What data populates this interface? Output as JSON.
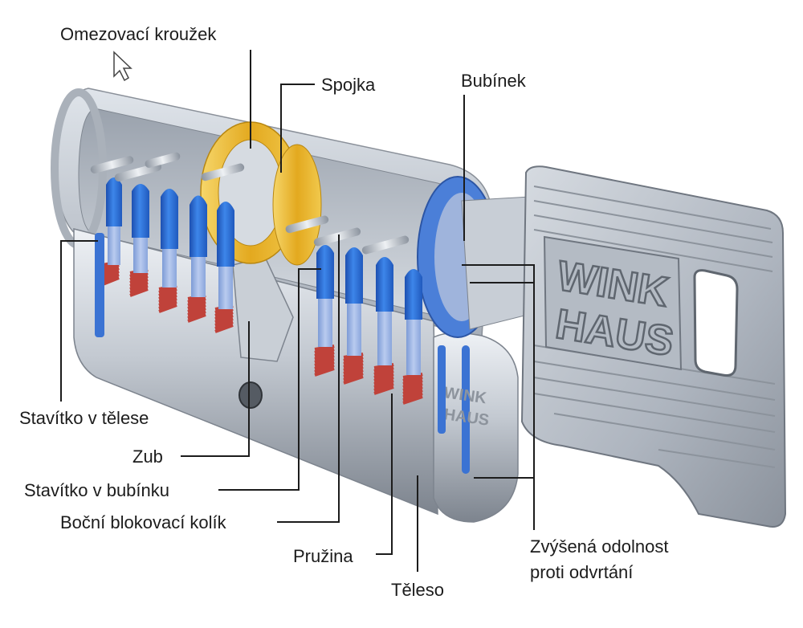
{
  "labels": {
    "omezovaci_krouzek": "Omezovací kroužek",
    "spojka": "Spojka",
    "bubinek": "Bubínek",
    "stavitko_v_telese": "Stavítko v tělese",
    "zub": "Zub",
    "stavitko_v_bubinku": "Stavítko v bubínku",
    "bocni_blokovaci_kolik": "Boční blokovací kolík",
    "pruzina": "Pružina",
    "teleso": "Těleso",
    "zvysena_line1": "Zvýšená odolnost",
    "zvysena_line2": "proti odvrtání"
  },
  "brand": {
    "key_logo_line1": "WINK",
    "key_logo_line2": "HAUS",
    "body_logo_line1": "WINK",
    "body_logo_line2": "HAUS"
  },
  "colors": {
    "pin_blue": "#2f6fd6",
    "spring_red": "#c0423a",
    "coupling_gold": "#e8b52a",
    "metal": "#b9bfc7",
    "leader_line": "#1c1c1c"
  },
  "icons": [
    "mouse-cursor-icon"
  ]
}
